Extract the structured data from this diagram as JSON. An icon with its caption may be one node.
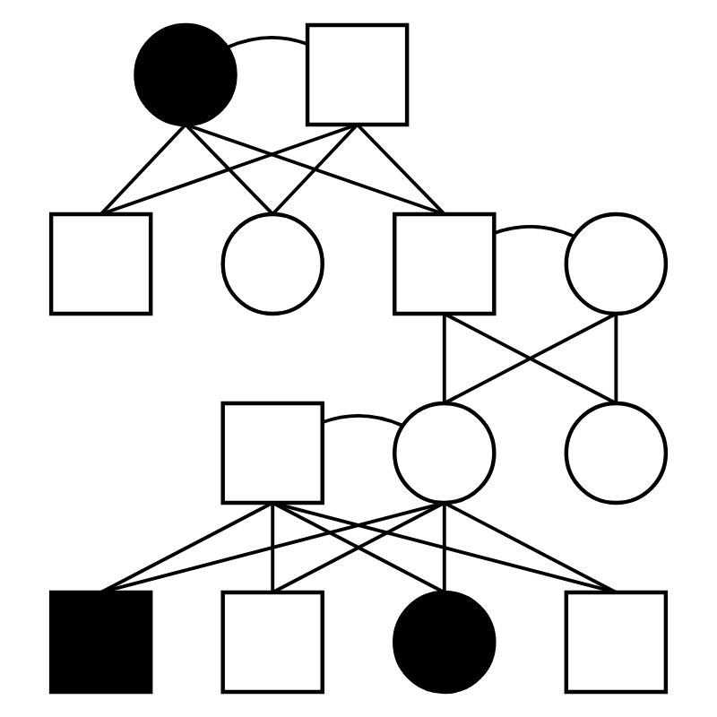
{
  "diagram": {
    "nodes": [
      {
        "text": [],
        "shape": "circle"
      },
      {
        "text": [],
        "shape": "box"
      },
      {
        "text": [],
        "shape": "box"
      },
      {
        "text": [],
        "shape": "circle"
      },
      {
        "text": [],
        "shape": "box"
      },
      {
        "text": [],
        "shape": "circle"
      },
      {
        "text": [],
        "shape": "box"
      },
      {
        "text": [],
        "shape": "circle"
      },
      {
        "text": [],
        "shape": "circle"
      },
      {
        "text": [],
        "shape": "box"
      },
      {
        "text": [],
        "shape": "box"
      },
      {
        "text": [],
        "shape": "circle"
      },
      {
        "text": [],
        "shape": "box"
      }
    ],
    "edges": [
      {
        "from": 0,
        "to": 1,
        "arrow": "none"
      },
      {
        "from": 0,
        "to": 2,
        "arrow": "none"
      },
      {
        "from": 0,
        "to": 3,
        "arrow": "none"
      },
      {
        "from": 0,
        "to": 4,
        "arrow": "none"
      },
      {
        "from": 1,
        "to": 2,
        "arrow": "none"
      },
      {
        "from": 1,
        "to": 3,
        "arrow": "none"
      },
      {
        "from": 1,
        "to": 4,
        "arrow": "none"
      },
      {
        "from": 4,
        "to": 5,
        "arrow": "none"
      },
      {
        "from": 4,
        "to": 7,
        "arrow": "none"
      },
      {
        "from": 4,
        "to": 8,
        "arrow": "none"
      },
      {
        "from": 5,
        "to": 7,
        "arrow": "none"
      },
      {
        "from": 5,
        "to": 8,
        "arrow": "none"
      },
      {
        "from": 6,
        "to": 7,
        "arrow": "none"
      },
      {
        "from": 6,
        "to": 9,
        "arrow": "none"
      },
      {
        "from": 6,
        "to": 10,
        "arrow": "none"
      },
      {
        "from": 6,
        "to": 11,
        "arrow": "none"
      },
      {
        "from": 6,
        "to": 12,
        "arrow": "none"
      },
      {
        "from": 7,
        "to": 9,
        "arrow": "none"
      },
      {
        "from": 7,
        "to": 10,
        "arrow": "none"
      },
      {
        "from": 7,
        "to": 11,
        "arrow": "none"
      },
      {
        "from": 7,
        "to": 12,
        "arrow": "none"
      }
    ]
  }
}
